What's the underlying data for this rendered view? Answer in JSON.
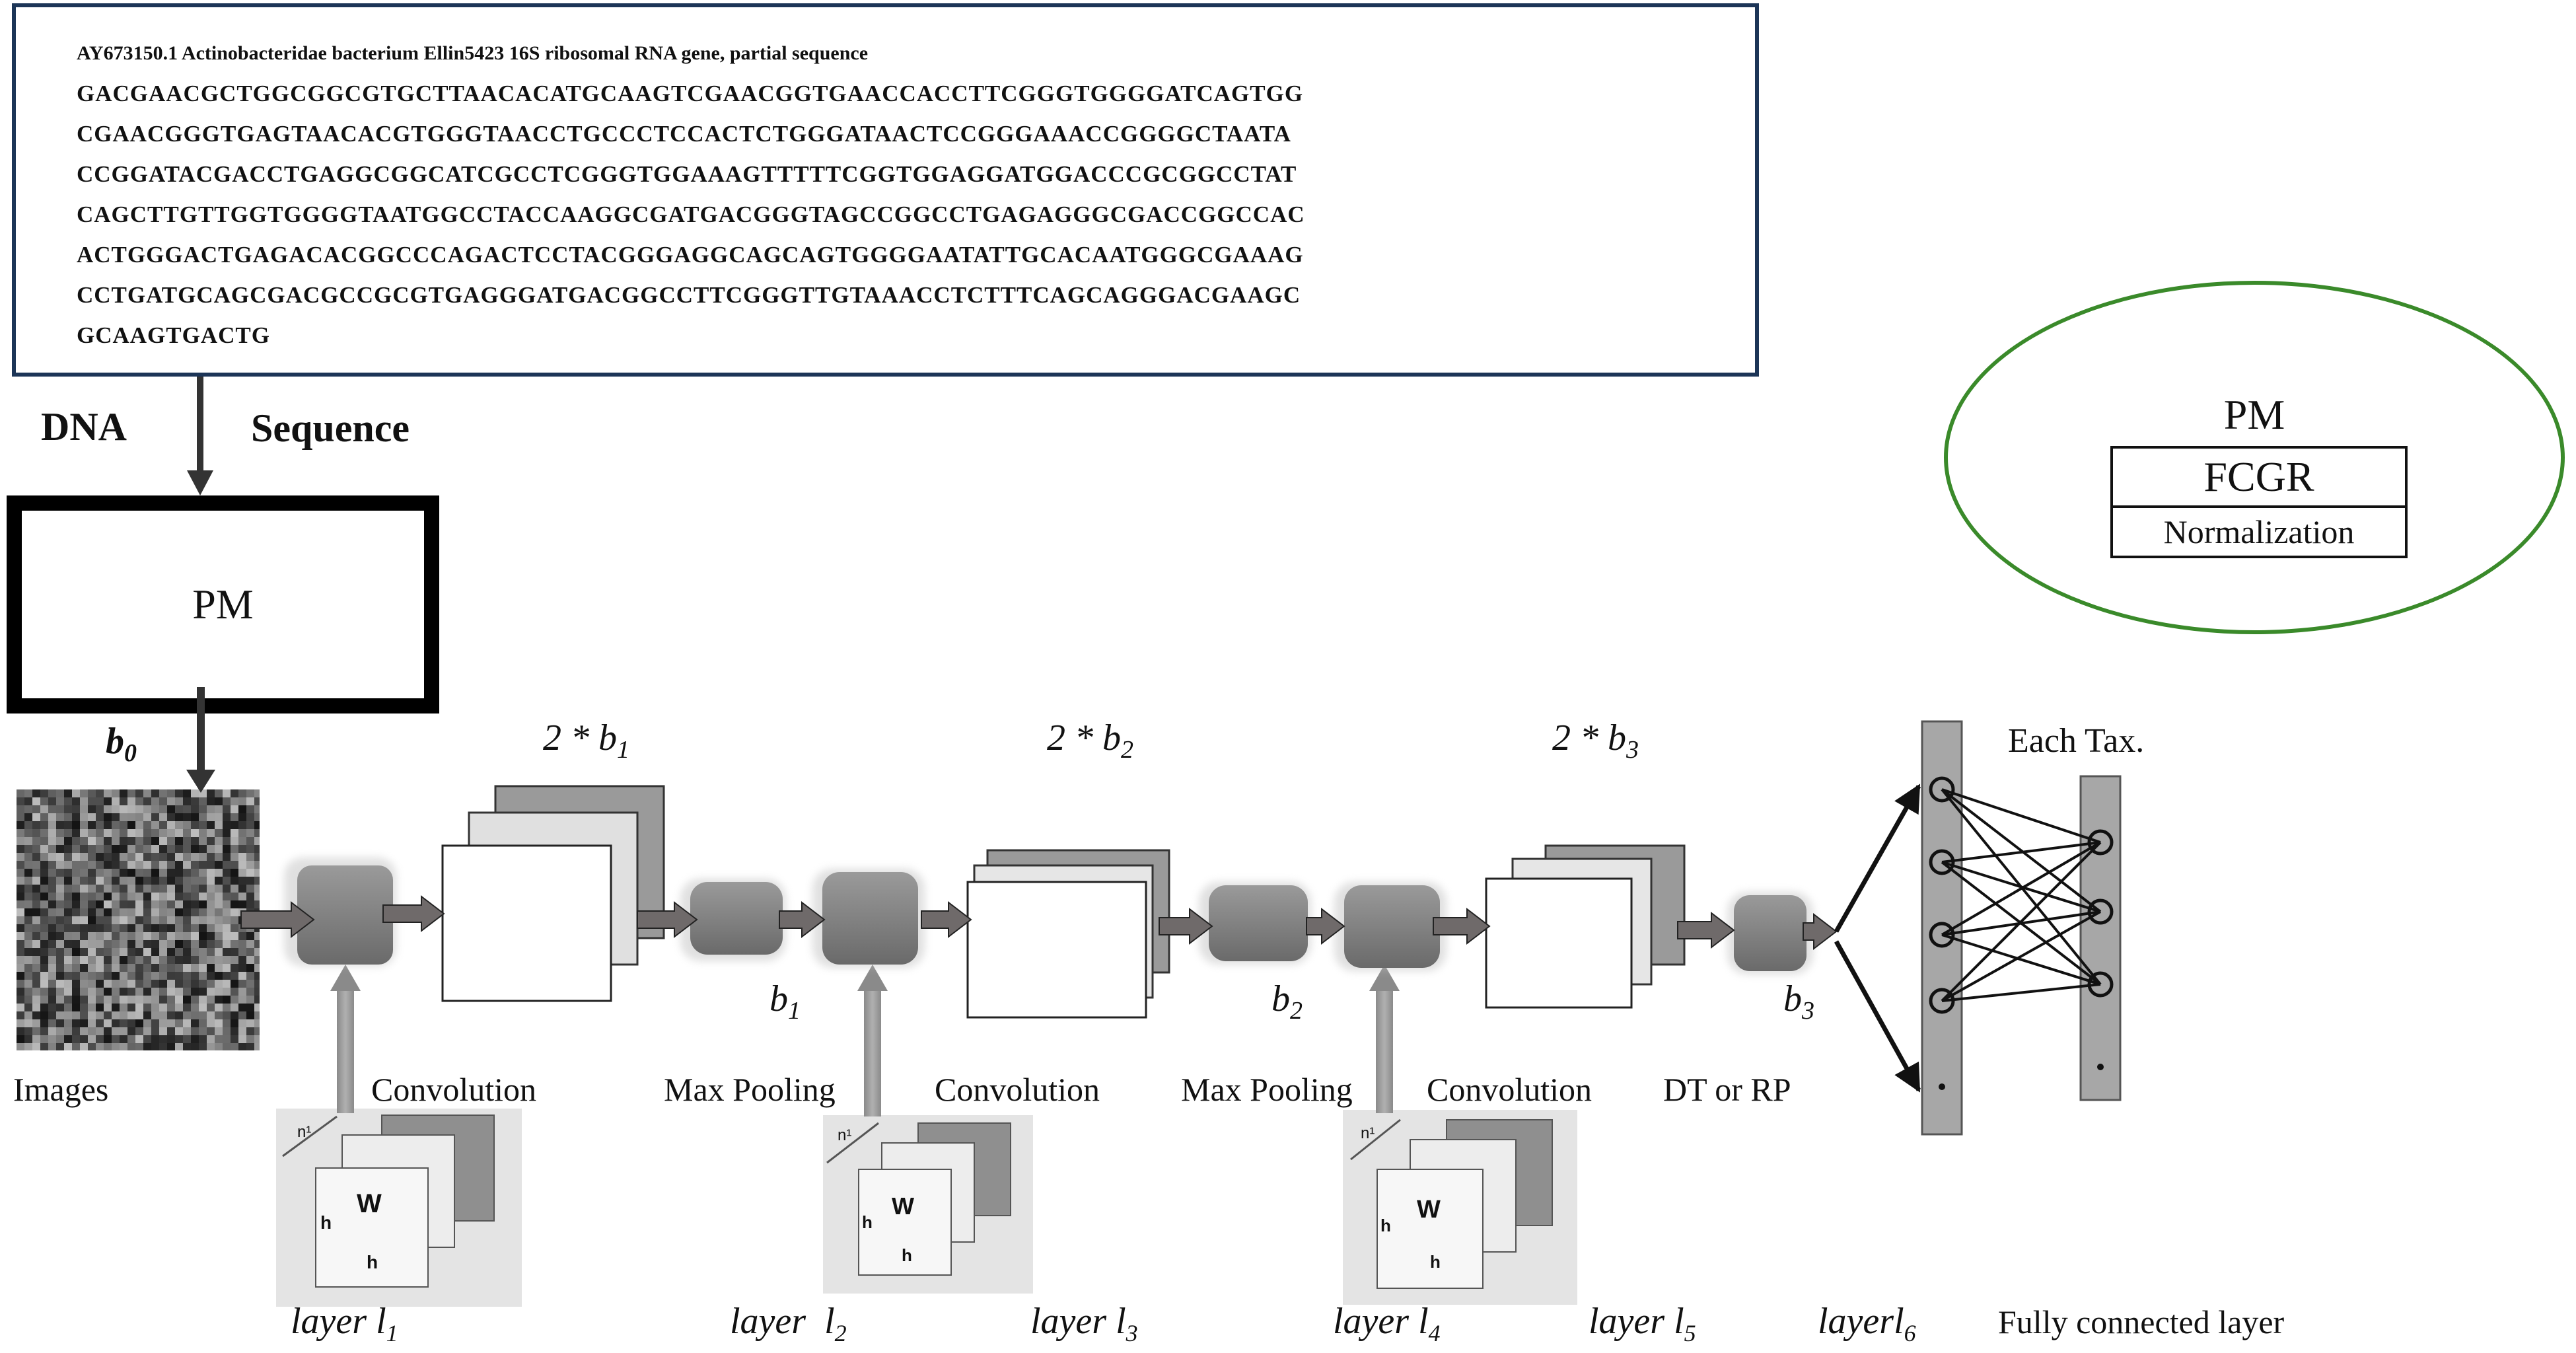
{
  "sequence": {
    "header": "AY673150.1 Actinobacteridae bacterium Ellin5423 16S ribosomal RNA gene, partial sequence",
    "lines": [
      "GACGAACGCTGGCGGCGTGCTTAACACATGCAAGTCGAACGGTGAACCACCTTCGGGTGGGGATCAGTGG",
      "CGAACGGGTGAGTAACACGTGGGTAACCTGCCCTCCACTCTGGGATAACTCCGGGAAACCGGGGCTAATA",
      "CCGGATACGACCTGAGGCGGCATCGCCTCGGGTGGAAAGTTTTTCGGTGGAGGATGGACCCGCGGCCTAT",
      "CAGCTTGTTGGTGGGGTAATGGCCTACCAAGGCGATGACGGGTAGCCGGCCTGAGAGGGCGACCGGCCAC",
      "ACTGGGACTGAGACACGGCCCAGACTCCTACGGGAGGCAGCAGTGGGGAATATTGCACAATGGGCGAAAG",
      "CCTGATGCAGCGACGCCGCGTGAGGGATGACGGCCTTCGGGTTGTAAACCTCTTTCAGCAGGGACGAAGC",
      "GCAAGTGACTG"
    ]
  },
  "dna_label": "DNA",
  "sequence_label": "Sequence",
  "pm_box_label": "PM",
  "legend": {
    "title": "PM",
    "row1": "FCGR",
    "row2": "Normalization"
  },
  "block_labels": {
    "b0": "b",
    "b0_sub": "0",
    "top": [
      {
        "text": "2 * b",
        "sub": "1"
      },
      {
        "text": "2 * b",
        "sub": "2"
      },
      {
        "text": "2 * b",
        "sub": "3"
      }
    ],
    "mid": [
      {
        "text": "b",
        "sub": "1"
      },
      {
        "text": "b",
        "sub": "2"
      },
      {
        "text": "b",
        "sub": "3"
      }
    ],
    "each_tax": "Each Tax."
  },
  "stage_labels": [
    "Images",
    "Convolution",
    "Max Pooling",
    "Convolution",
    "Max Pooling",
    "Convolution",
    "DT or RP"
  ],
  "layer_labels": [
    {
      "text": "layer l",
      "sub": "1"
    },
    {
      "text": "layer  l",
      "sub": "2"
    },
    {
      "text": "layer l",
      "sub": "3"
    },
    {
      "text": "layer l",
      "sub": "4"
    },
    {
      "text": "layer l",
      "sub": "5"
    },
    {
      "text": "layerl",
      "sub": "6"
    }
  ],
  "fc_label": "Fully connected layer",
  "kernel_text": {
    "n": "n¹",
    "w": "W",
    "h": "h"
  },
  "colors": {
    "seq_border": "#1c3557",
    "legend_border": "#3a8a2a",
    "block_gray": "#7b7b7b",
    "arrow_gray": "#6f6a6a",
    "fc_column": "#a7a7a7"
  }
}
